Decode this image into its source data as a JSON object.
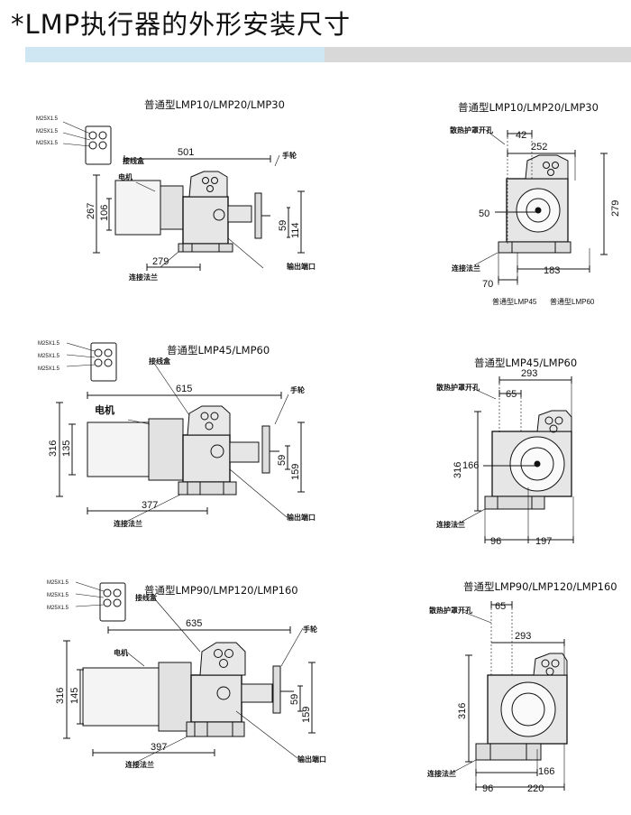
{
  "header": {
    "title": "*LMP执行器的外形安装尺寸"
  },
  "labels": {
    "cable_gland": "M25X1.5",
    "junction_box": "接线盒",
    "motor": "电机",
    "handwheel": "手轮",
    "flange": "连接法兰",
    "output": "输出端口",
    "fan_cover": "散热护罩开孔"
  },
  "panels": {
    "p1": {
      "title": "普通型LMP10/LMP20/LMP30",
      "dims": {
        "length": "501",
        "height": "267",
        "motor_h": "106",
        "base": "279",
        "shaft": "59",
        "shaft_h": "114"
      }
    },
    "p2": {
      "title": "普通型LMP10/LMP20/LMP30",
      "dims": {
        "top": "42",
        "width": "252",
        "center": "50",
        "height": "279",
        "right": "183",
        "left": "70"
      },
      "captions": {
        "a": "普通型LMP45",
        "b": "普通型LMP60"
      }
    },
    "p3": {
      "title": "普通型LMP45/LMP60",
      "dims": {
        "length": "615",
        "height": "316",
        "motor_h": "135",
        "base": "377",
        "shaft": "59",
        "shaft_h": "159"
      }
    },
    "p4": {
      "title": "普通型LMP45/LMP60",
      "dims": {
        "width": "293",
        "top": "65",
        "height": "316",
        "center": "166",
        "left": "96",
        "right": "197"
      }
    },
    "p5": {
      "title": "普通型LMP90/LMP120/LMP160",
      "dims": {
        "length": "635",
        "height": "316",
        "motor_h": "145",
        "base": "397",
        "shaft": "59",
        "shaft_h": "159"
      }
    },
    "p6": {
      "title": "普通型LMP90/LMP120/LMP160",
      "dims": {
        "top": "65",
        "width": "293",
        "height": "316",
        "center": "166",
        "left": "96",
        "right": "220"
      }
    }
  }
}
